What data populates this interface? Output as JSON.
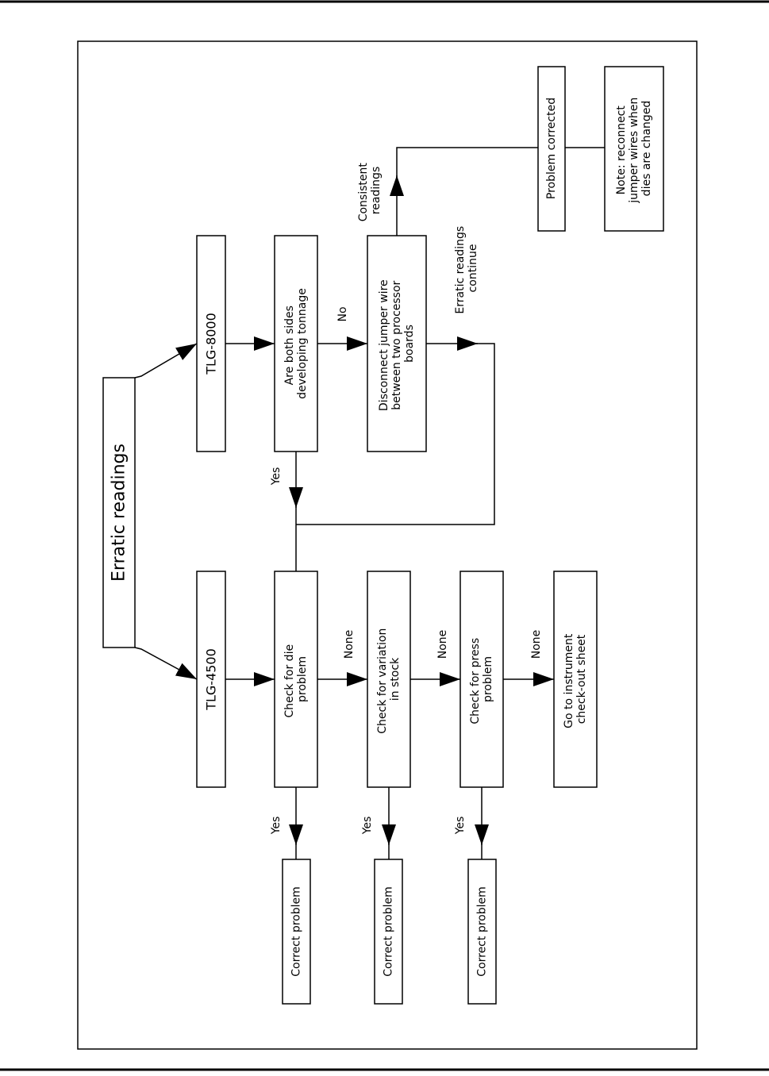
{
  "nodes": {
    "root": "Erratic readings",
    "tlg4500": "TLG-4500",
    "tlg8000": "TLG-8000",
    "die": [
      "Check for die",
      "problem"
    ],
    "stock": [
      "Check for variation",
      "in stock"
    ],
    "press": [
      "Check for press",
      "problem"
    ],
    "instrument": [
      "Go to instrument",
      "check-out sheet"
    ],
    "both_sides": [
      "Are both sides",
      "developing tonnage"
    ],
    "jumper": [
      "Disconnect jumper wire",
      "between two processor",
      "boards"
    ],
    "correct_1": "Correct problem",
    "correct_2": "Correct problem",
    "correct_3": "Correct problem",
    "problem_corrected": "Problem corrected",
    "note": [
      "Note:   reconnect",
      "jumper wires when",
      "dies are changed"
    ]
  },
  "labels": {
    "yes": "Yes",
    "no": "No",
    "none": "None",
    "consistent": [
      "Consistent",
      "readings"
    ],
    "erratic_continue": [
      "Erratic readings",
      "continue"
    ]
  }
}
